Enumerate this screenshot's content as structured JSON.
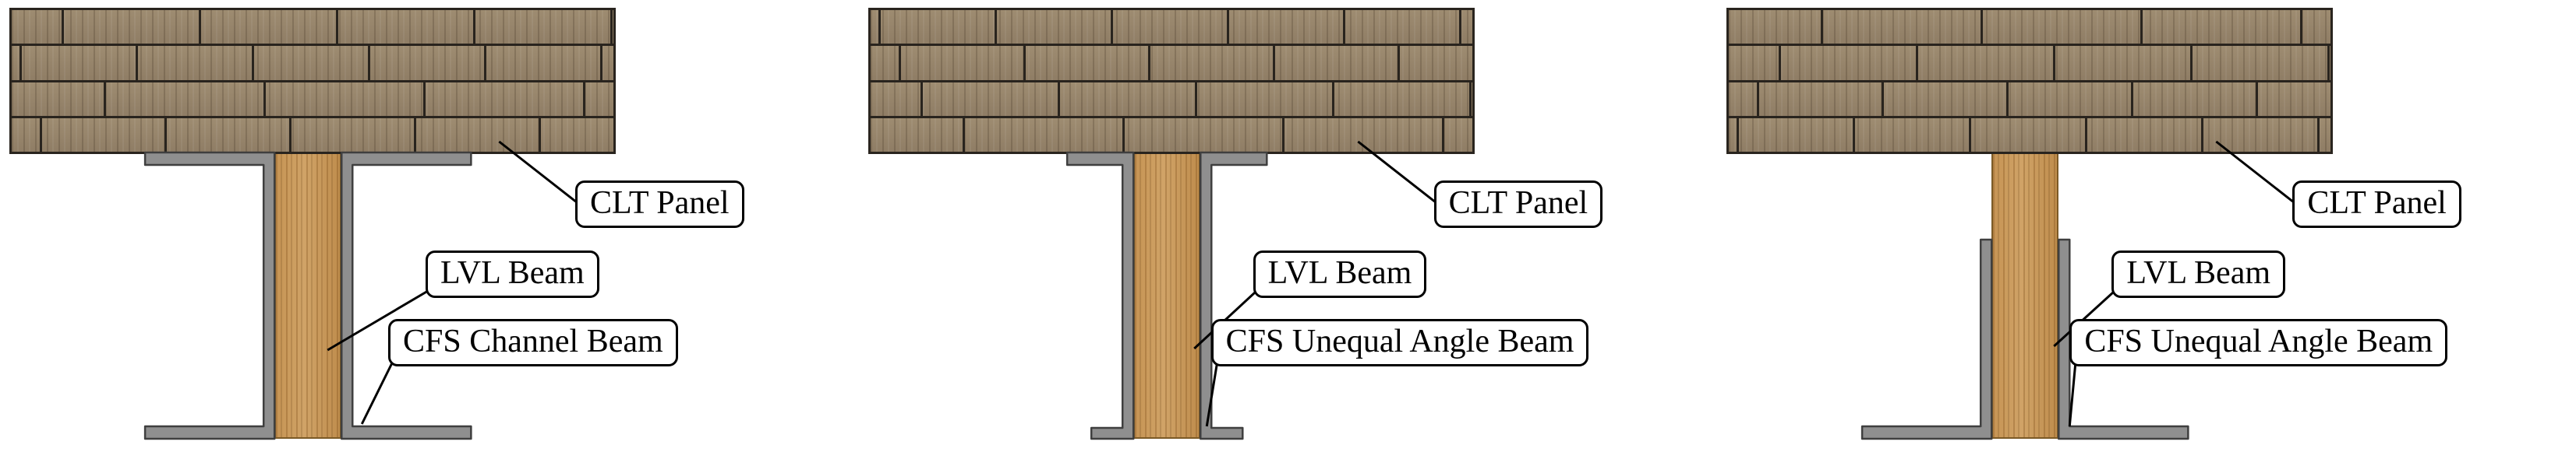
{
  "figure": {
    "background": "#ffffff",
    "colors": {
      "clt_wood": "#97866c",
      "lvl_wood": "#c79a58",
      "steel": "#8f8f8f",
      "outline": "#000000"
    },
    "sections": [
      {
        "id": "cfs-channel-assembly",
        "labels": {
          "clt": "CLT Panel",
          "lvl": "LVL Beam",
          "cfs": "CFS Channel Beam"
        }
      },
      {
        "id": "cfs-unequal-angle-assembly-top-leg",
        "labels": {
          "clt": "CLT Panel",
          "lvl": "LVL Beam",
          "cfs": "CFS Unequal Angle Beam"
        }
      },
      {
        "id": "cfs-unequal-angle-assembly-bottom-leg",
        "labels": {
          "clt": "CLT Panel",
          "lvl": "LVL Beam",
          "cfs": "CFS Unequal Angle Beam"
        }
      }
    ]
  }
}
